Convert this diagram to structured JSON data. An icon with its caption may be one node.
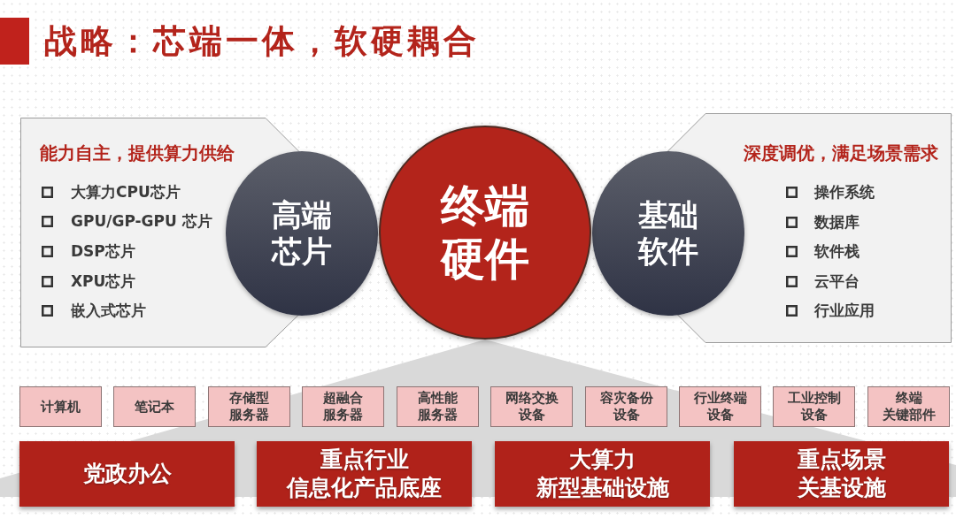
{
  "diagram": {
    "title": "战略：芯端一体，软硬耦合",
    "nodes": [
      {
        "text": [
          "能力自主，提供算力供给",
          "大算力CPU芯片",
          "GPU/GP-GPU 芯片",
          "DSP芯片",
          "XPU芯片",
          "嵌入式芯片"
        ]
      },
      {
        "text": [
          "高端芯片"
        ]
      },
      {
        "text": [
          "终端硬件"
        ]
      },
      {
        "text": [
          "基础软件"
        ]
      },
      {
        "text": [
          "深度调优，满足场景需求",
          "操作系统",
          "数据库",
          "软件栈",
          "云平台",
          "行业应用"
        ]
      },
      {
        "text": [
          "计算机"
        ]
      },
      {
        "text": [
          "笔记本"
        ]
      },
      {
        "text": [
          "存储型服务器"
        ]
      },
      {
        "text": [
          "超融合服务器"
        ]
      },
      {
        "text": [
          "高性能服务器"
        ]
      },
      {
        "text": [
          "网络交换设备"
        ]
      },
      {
        "text": [
          "容灾备份设备"
        ]
      },
      {
        "text": [
          "行业终端设备"
        ]
      },
      {
        "text": [
          "工业控制设备"
        ]
      },
      {
        "text": [
          "终端关键部件"
        ]
      },
      {
        "text": [
          "党政办公"
        ]
      },
      {
        "text": [
          "重点行业信息化产品底座"
        ]
      },
      {
        "text": [
          "大算力新型基础设施"
        ]
      },
      {
        "text": [
          "重点场景关基设施"
        ]
      }
    ]
  }
}
